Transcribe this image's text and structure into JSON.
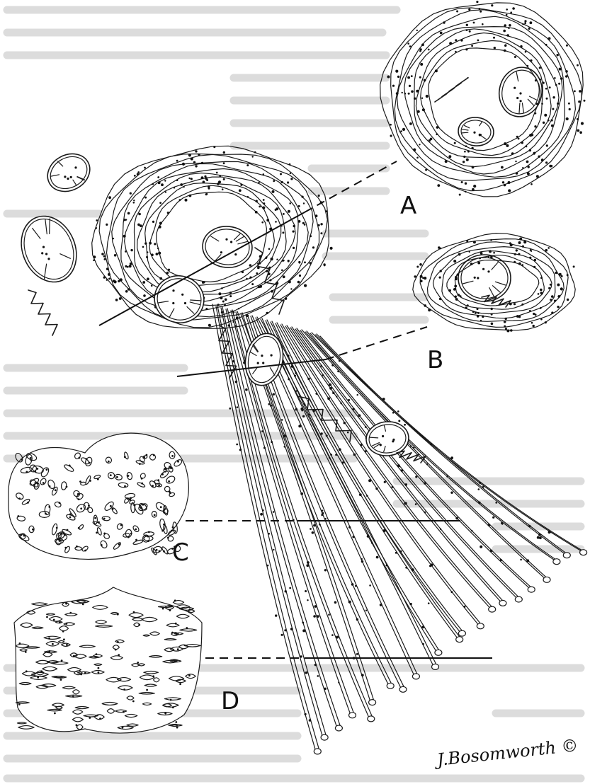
{
  "figure": {
    "labels": {
      "a": "A",
      "b": "B",
      "c": "C",
      "d": "D"
    },
    "signature": "J.Bosomworth ©"
  }
}
